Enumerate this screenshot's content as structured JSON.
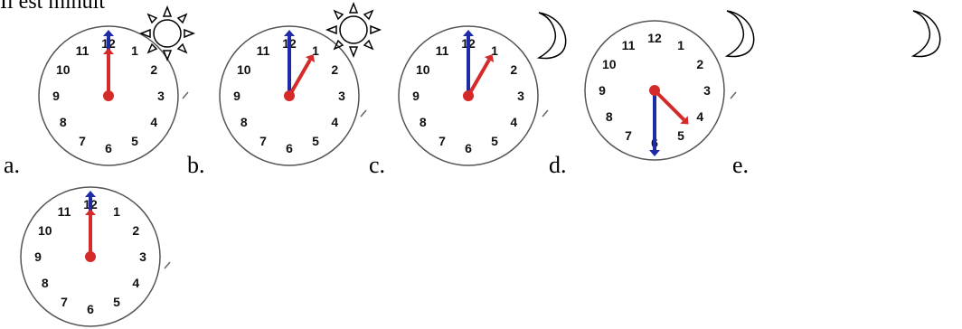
{
  "title": "Il est minuit",
  "options": [
    {
      "label": "a.",
      "hour": 12,
      "minute": 0,
      "hour_hand_color": "#d42a2a",
      "minute_hand_color": "#1e2aa6",
      "icon": "sun-icon"
    },
    {
      "label": "b.",
      "hour": 1,
      "minute": 0,
      "hour_hand_color": "#d42a2a",
      "minute_hand_color": "#1e2aa6",
      "icon": "sun-icon"
    },
    {
      "label": "c.",
      "hour": 1,
      "minute": 0,
      "hour_hand_color": "#d42a2a",
      "minute_hand_color": "#1e2aa6",
      "icon": "moon-icon"
    },
    {
      "label": "d.",
      "hour": 4,
      "minute": 30,
      "hour_hand_color": "#d42a2a",
      "minute_hand_color": "#1e2aa6",
      "icon": "moon-icon"
    },
    {
      "label": "e.",
      "hour": null,
      "minute": null,
      "icon": "moon-icon"
    }
  ],
  "answer_clock": {
    "hour": 12,
    "minute": 0
  },
  "clock_numbers": [
    "12",
    "1",
    "2",
    "3",
    "4",
    "5",
    "6",
    "7",
    "8",
    "9",
    "10",
    "11"
  ]
}
